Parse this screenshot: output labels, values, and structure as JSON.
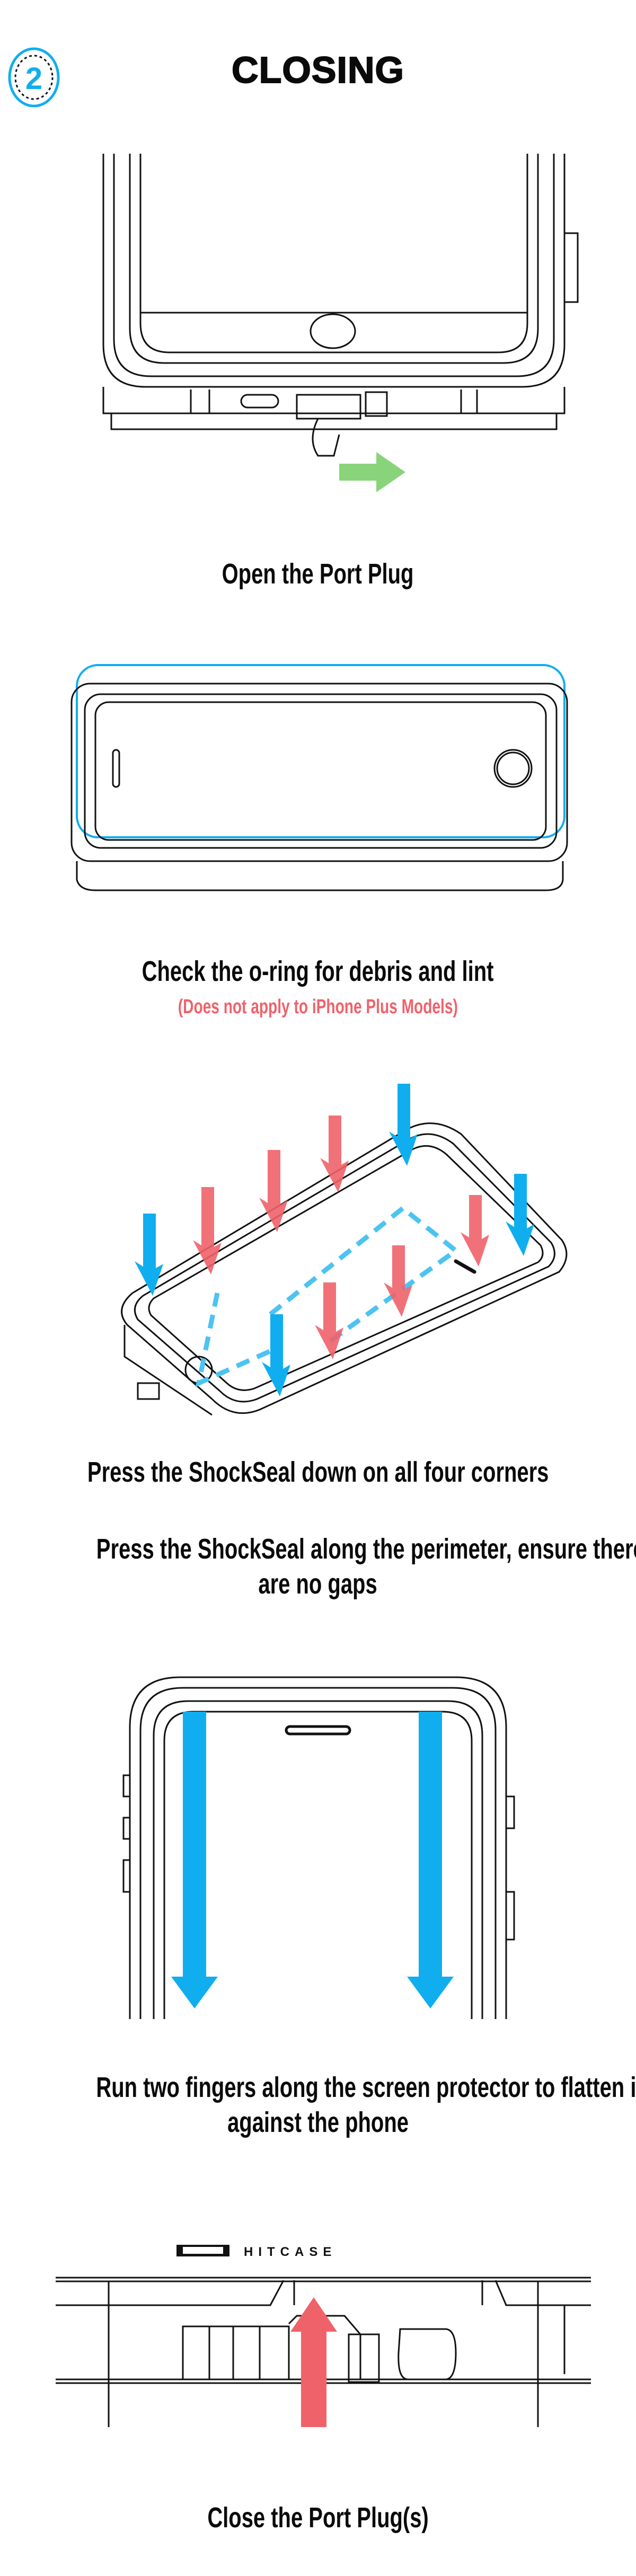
{
  "header": {
    "step_number": "2",
    "title": "CLOSING"
  },
  "steps": [
    {
      "caption": "Open the Port Plug",
      "icon": "phone-port-plug-open-illustration"
    },
    {
      "caption": "Check the o-ring for debris and lint",
      "note": "(Does not apply to iPhone Plus Models)",
      "icon": "phone-oring-illustration"
    },
    {
      "caption": "Press the ShockSeal down on all four corners",
      "icon": "phone-shockseal-press-illustration"
    },
    {
      "caption_line1": "Press the ShockSeal along the perimeter, ensure there",
      "caption_line2": "are no gaps"
    },
    {
      "caption_line1": "Run two fingers along the screen protector to flatten it",
      "caption_line2": "against the phone",
      "icon": "phone-screen-flatten-illustration"
    },
    {
      "caption": "Close the Port Plug(s)",
      "icon": "port-plug-close-illustration",
      "logo_text": "HITCASE"
    }
  ],
  "colors": {
    "blue": "#10aeef",
    "red": "#f0626a",
    "green": "#7ccf6c",
    "ink": "#0a0a0a"
  }
}
